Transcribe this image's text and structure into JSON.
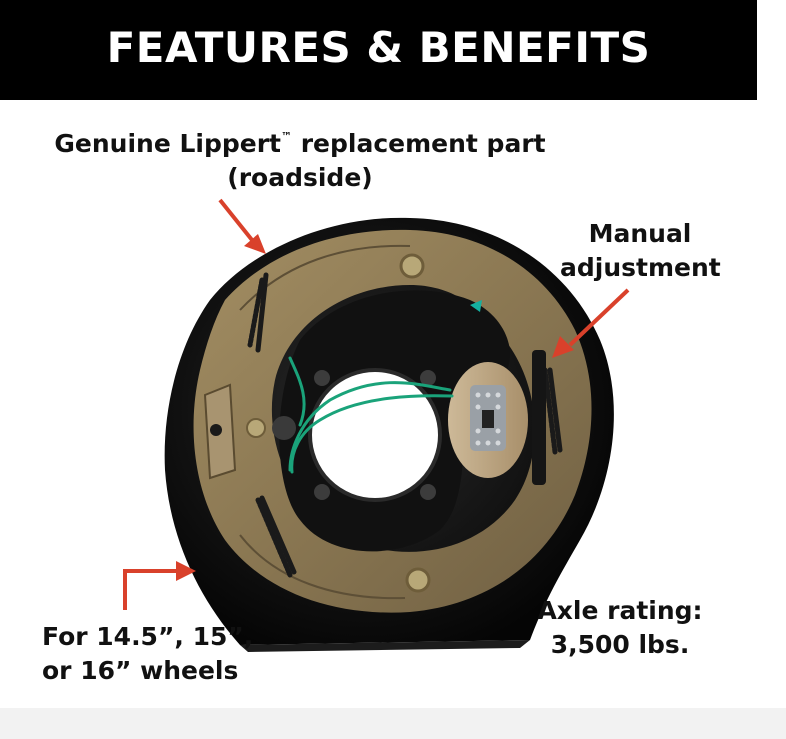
{
  "banner": {
    "title": "FEATURES & BENEFITS"
  },
  "captions": {
    "part_line1_pre": "Genuine Lippert",
    "part_tm": "™",
    "part_line1_post": " replacement part",
    "part_line2": "(roadside)",
    "manual_line1": "Manual",
    "manual_line2": "adjustment",
    "axle_line1": "Axle rating:",
    "axle_line2": "3,500 lbs.",
    "wheels_line1": "For 14.5”, 15”,",
    "wheels_line2": "or 16” wheels"
  },
  "colors": {
    "banner_bg": "#000000",
    "banner_text": "#ffffff",
    "arrow": "#d9412b",
    "backing_plate": "#0d0d0d",
    "brake_shoe": "#8d7a55",
    "wire": "#1aa37a"
  }
}
